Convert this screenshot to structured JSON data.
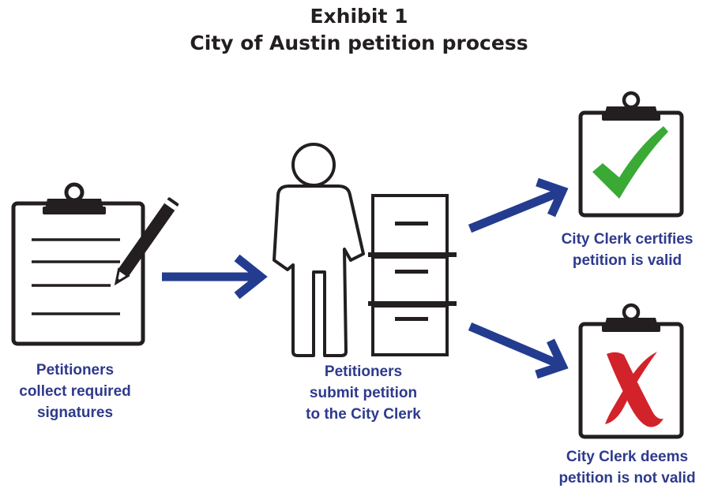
{
  "title": {
    "line1": "Exhibit 1",
    "line2": "City of Austin petition process"
  },
  "steps": [
    {
      "lines": [
        "Petitioners",
        "collect required",
        "signatures"
      ]
    },
    {
      "lines": [
        "Petitioners",
        "submit petition",
        "to the City Clerk"
      ]
    }
  ],
  "outcomes": [
    {
      "lines": [
        "City Clerk certifies",
        "petition is valid"
      ]
    },
    {
      "lines": [
        "City Clerk deems",
        "petition is not valid"
      ]
    }
  ],
  "colors": {
    "arrow": "#243c8f",
    "caption": "#2e3a8c",
    "check": "#3aaa35",
    "cross": "#d2232a",
    "outline": "#231f20"
  }
}
